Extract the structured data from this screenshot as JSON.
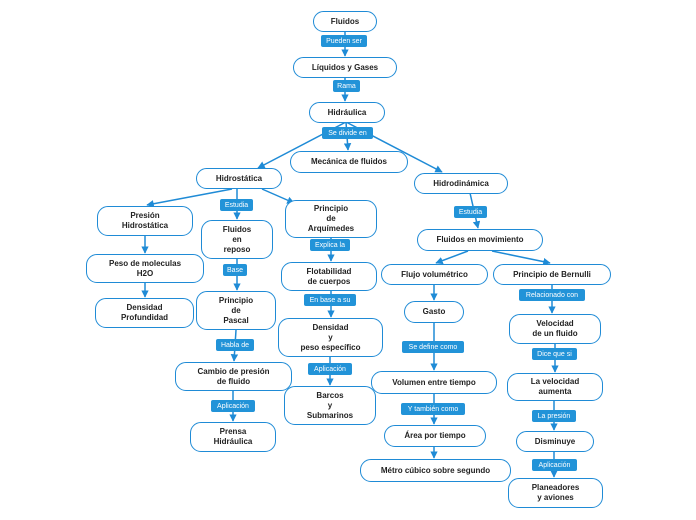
{
  "nodes": {
    "fluidos": "Fluidos",
    "liquidos_gases": "Líquidos y Gases",
    "hidraulica": "Hidráulica",
    "mecanica": "Mecánica de fluidos",
    "hidrostatica": "Hidrostática",
    "hidrodinamica": "Hidrodinámica",
    "presion_hidrostatica": "Presión\nHidrostática",
    "fluidos_reposo": "Fluidos\nen\nreposo",
    "arquimedes": "Principio\nde\nArquímedes",
    "peso_moleculas": "Peso de moleculas\nH2O",
    "densidad_profundidad": "Densidad\nProfundidad",
    "principio_pascal": "Principio\nde\nPascal",
    "cambio_presion": "Cambio de presión\nde fluido",
    "prensa": "Prensa\nHidráulica",
    "flotabilidad": "Flotabilidad\nde cuerpos",
    "densidad_peso": "Densidad\ny\npeso específico",
    "barcos": "Barcos\ny\nSubmarinos",
    "fluidos_movimiento": "Fluidos en movimiento",
    "flujo_volumetrico": "Flujo volumétrico",
    "gasto": "Gasto",
    "volumen_tiempo": "Volumen entre tiempo",
    "area_tiempo": "Área por tiempo",
    "metro_cubico": "Métro cúbico sobre segundo",
    "bernulli": "Principio de Bernulli",
    "velocidad_fluido": "Velocidad\nde un fluido",
    "velocidad_aumenta": "La velocidad\naumenta",
    "disminuye": "Disminuye",
    "planeadores": "Planeadores\ny aviones"
  },
  "labels": {
    "pueden_ser": "Pueden ser",
    "rama": "Rama",
    "se_divide_en": "Se divide en",
    "estudia_1": "Estudia",
    "estudia_2": "Estudia",
    "base": "Base",
    "explica_la": "Explica la",
    "habla_de": "Habla de",
    "aplicacion_1": "Aplicación",
    "en_base_a_su": "En base a su",
    "aplicacion_2": "Aplicación",
    "se_define_como": "Se define como",
    "y_tambien_como": "Y también como",
    "relacionado_con": "Relacionado con",
    "dice_que_si": "Dice que si",
    "la_presion": "La presión",
    "aplicacion_3": "Aplicación"
  },
  "colors": {
    "node_border": "#1f8bd6",
    "label_bg": "#2293d8",
    "connector": "#1f8bd6"
  }
}
